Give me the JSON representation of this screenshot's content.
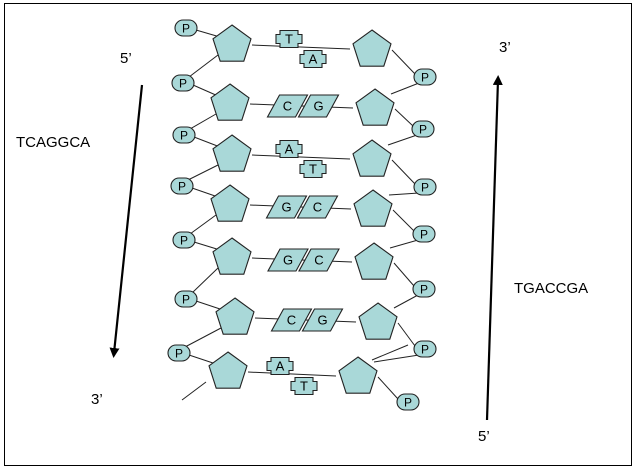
{
  "labels": {
    "left_top_prime": "5’",
    "left_bottom_prime": "3’",
    "right_top_prime": "3’",
    "right_bottom_prime": "5’",
    "left_sequence": "TCAGGCA",
    "right_sequence": "TGACCGA"
  },
  "phosphate_label": "P",
  "base_pairs": [
    {
      "left": "T",
      "right": "A",
      "style": "purine-pyrimidine-plus"
    },
    {
      "left": "C",
      "right": "G",
      "style": "parallelogram"
    },
    {
      "left": "A",
      "right": "T",
      "style": "purine-pyrimidine-plus"
    },
    {
      "left": "G",
      "right": "C",
      "style": "parallelogram"
    },
    {
      "left": "G",
      "right": "C",
      "style": "parallelogram"
    },
    {
      "left": "C",
      "right": "G",
      "style": "parallelogram"
    },
    {
      "left": "A",
      "right": "T",
      "style": "purine-pyrimidine-plus"
    }
  ],
  "colors": {
    "shape_fill": "#a9d8d8",
    "outline": "#222222"
  }
}
